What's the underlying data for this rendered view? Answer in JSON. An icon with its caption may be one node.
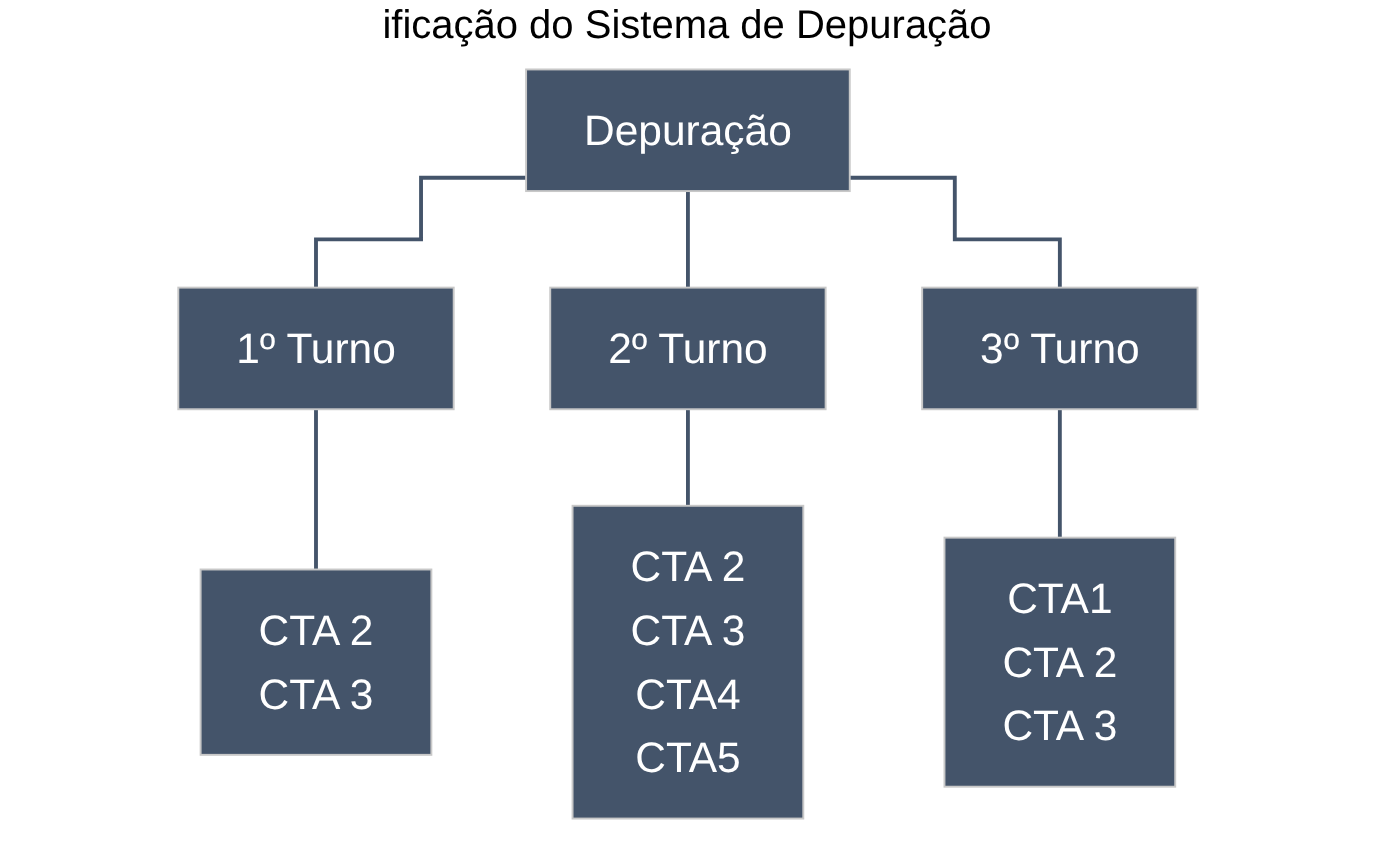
{
  "diagram": {
    "title": "ificação do Sistema de Depuração",
    "nodes": [
      {
        "text": [
          "Depuração"
        ]
      },
      {
        "text": [
          "1º Turno"
        ]
      },
      {
        "text": [
          "2º Turno"
        ]
      },
      {
        "text": [
          "3º Turno"
        ]
      },
      {
        "text": [
          "CTA 2",
          "CTA 3"
        ]
      },
      {
        "text": [
          "CTA 2",
          "CTA 3",
          "CTA4",
          "CTA5"
        ]
      },
      {
        "text": [
          "CTA1",
          "CTA 2",
          "CTA 3"
        ]
      }
    ],
    "edges": [
      {
        "from": 0,
        "to": 1,
        "arrow": "none"
      },
      {
        "from": 0,
        "to": 2,
        "arrow": "none"
      },
      {
        "from": 0,
        "to": 3,
        "arrow": "none"
      },
      {
        "from": 1,
        "to": 4,
        "arrow": "none"
      },
      {
        "from": 2,
        "to": 5,
        "arrow": "none"
      },
      {
        "from": 3,
        "to": 6,
        "arrow": "none"
      }
    ]
  }
}
